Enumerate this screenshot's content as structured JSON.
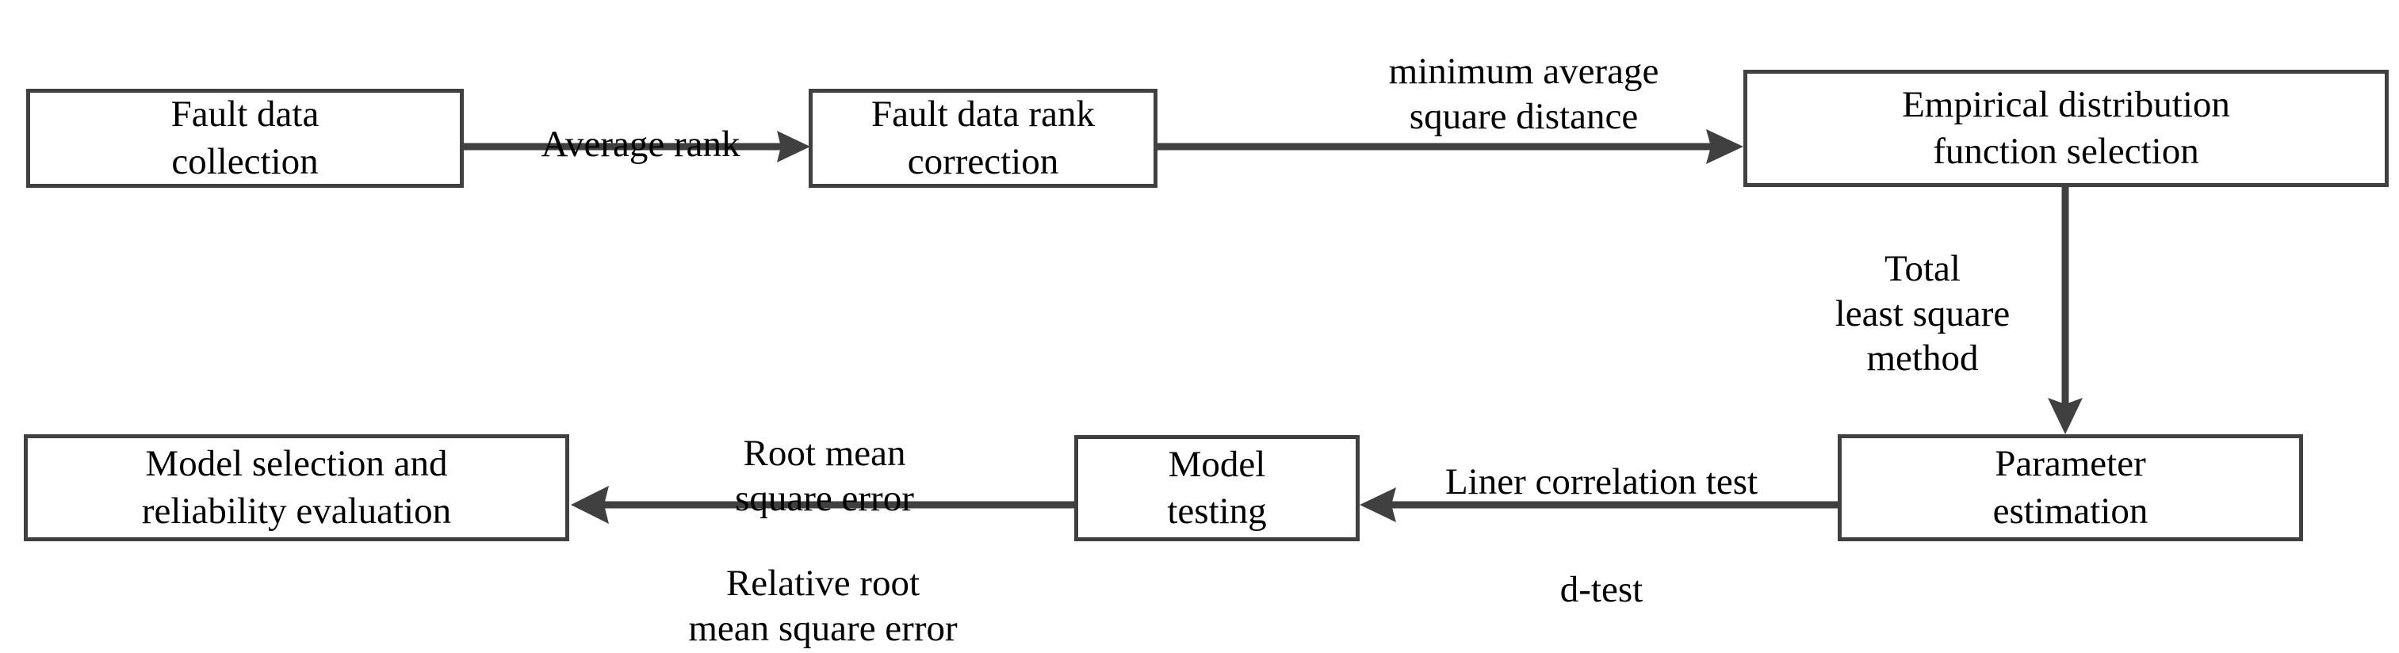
{
  "diagram": {
    "title": "Reliability modelling flowchart",
    "line_color": "#404040",
    "text_color": "#000000",
    "background": "#ffffff",
    "nodes": [
      {
        "id": "fault-data-collection",
        "label": "Fault data\ncollection"
      },
      {
        "id": "fault-data-rank-correction",
        "label": "Fault data rank\ncorrection"
      },
      {
        "id": "empirical-distribution-function-selection",
        "label": "Empirical distribution\nfunction selection"
      },
      {
        "id": "parameter-estimation",
        "label": "Parameter\nestimation"
      },
      {
        "id": "model-testing",
        "label": "Model\ntesting"
      },
      {
        "id": "model-selection-and-reliability-evaluation",
        "label": "Model selection and\nreliability evaluation"
      }
    ],
    "edges": [
      {
        "id": "edge-collection-to-rank-correction",
        "from": "fault-data-collection",
        "to": "fault-data-rank-correction",
        "direction": "right",
        "label_above": "Average rank",
        "label_below": ""
      },
      {
        "id": "edge-rank-correction-to-edf",
        "from": "fault-data-rank-correction",
        "to": "empirical-distribution-function-selection",
        "direction": "right",
        "label_above": "minimum average\nsquare distance",
        "label_below": ""
      },
      {
        "id": "edge-edf-to-parameter-estimation",
        "from": "empirical-distribution-function-selection",
        "to": "parameter-estimation",
        "direction": "down",
        "label_side": "Total\nleast square\nmethod"
      },
      {
        "id": "edge-parameter-estimation-to-model-testing",
        "from": "parameter-estimation",
        "to": "model-testing",
        "direction": "left",
        "label_above": "Liner correlation test",
        "label_below": "d-test"
      },
      {
        "id": "edge-model-testing-to-model-selection",
        "from": "model-testing",
        "to": "model-selection-and-reliability-evaluation",
        "direction": "left",
        "label_above": "Root mean\nsquare error",
        "label_below": "Relative root\nmean square error"
      }
    ]
  }
}
